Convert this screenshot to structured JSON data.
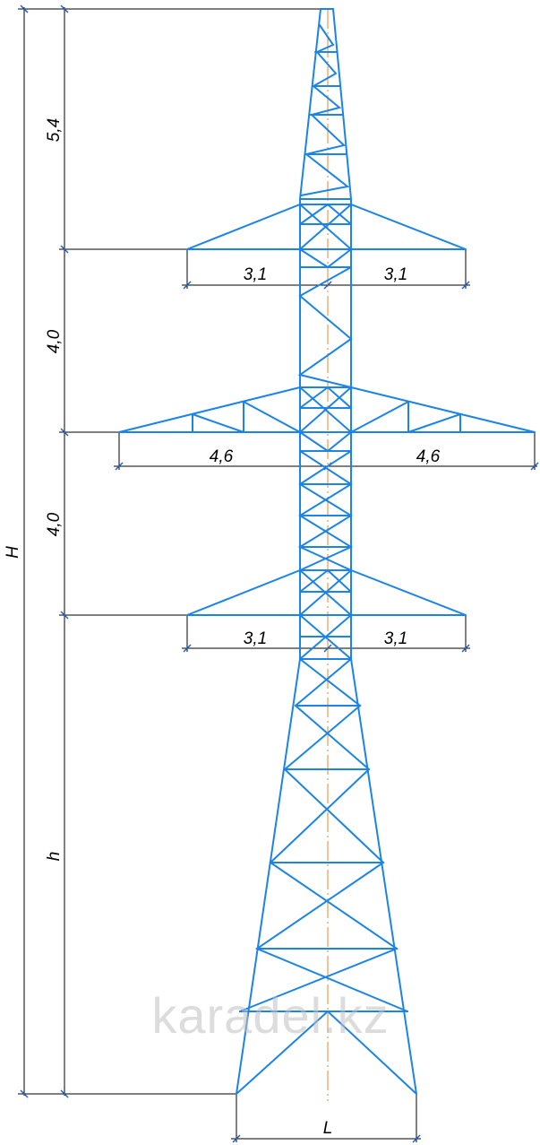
{
  "colors": {
    "tower": "#1b84e6",
    "dimension_lines": "#000000",
    "axis": "#e6892a",
    "watermark": "#bfbfbf"
  },
  "dimensions": {
    "total_height_label": "H",
    "top_section": "5,4",
    "upper_section": "4,0",
    "middle_section": "4,0",
    "base_height_label": "h",
    "base_width_label": "L",
    "top_crossarm_left": "3,1",
    "top_crossarm_right": "3,1",
    "middle_crossarm_left": "4,6",
    "middle_crossarm_right": "4,6",
    "bottom_crossarm_left": "3,1",
    "bottom_crossarm_right": "3,1"
  },
  "watermark": "karadel.kz"
}
